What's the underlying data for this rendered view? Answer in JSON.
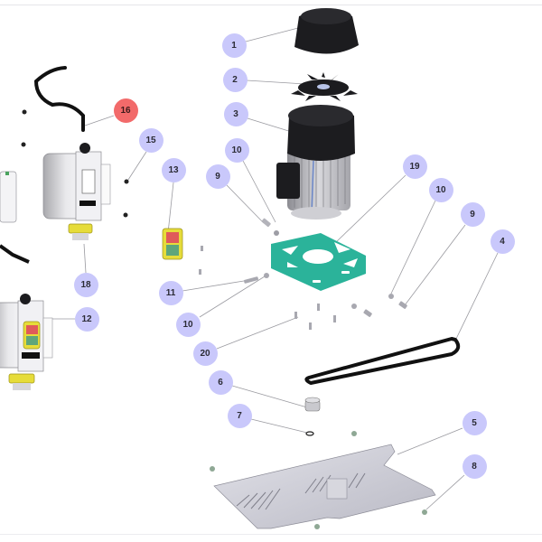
{
  "diagram": {
    "title": "Exploded parts view",
    "colors": {
      "badge": "#c9c8fb",
      "badge_active": "#f26a6a",
      "badge_text": "#2b2b35",
      "leader_line": "#9a9aa0",
      "bracket": "#2bb39a",
      "switch_yellow": "#e6dc3a",
      "button_red": "#e05a5a",
      "button_green": "#5fa67a",
      "motor_black": "#1c1c1f",
      "tray_gray": "#cfcfd6"
    },
    "callouts": [
      {
        "id": "c1",
        "label": "1",
        "part": "fan cover",
        "active": false
      },
      {
        "id": "c2",
        "label": "2",
        "part": "cooling fan",
        "active": false
      },
      {
        "id": "c3",
        "label": "3",
        "part": "electric motor",
        "active": false
      },
      {
        "id": "c10a",
        "label": "10",
        "part": "nut",
        "active": false
      },
      {
        "id": "c9a",
        "label": "9",
        "part": "bolt",
        "active": false
      },
      {
        "id": "c15",
        "label": "15",
        "part": "screw",
        "active": false
      },
      {
        "id": "c16",
        "label": "16",
        "part": "power cable",
        "active": true
      },
      {
        "id": "c13",
        "label": "13",
        "part": "on/off switch",
        "active": false
      },
      {
        "id": "c19",
        "label": "19",
        "part": "motor bracket",
        "active": false
      },
      {
        "id": "c10b",
        "label": "10",
        "part": "nut",
        "active": false
      },
      {
        "id": "c9b",
        "label": "9",
        "part": "bolt",
        "active": false
      },
      {
        "id": "c4",
        "label": "4",
        "part": "drive belt",
        "active": false
      },
      {
        "id": "c18",
        "label": "18",
        "part": "switch box",
        "active": false
      },
      {
        "id": "c12",
        "label": "12",
        "part": "switch box assembly",
        "active": false
      },
      {
        "id": "c11",
        "label": "11",
        "part": "bolt",
        "active": false
      },
      {
        "id": "c10c",
        "label": "10",
        "part": "nut",
        "active": false
      },
      {
        "id": "c20",
        "label": "20",
        "part": "screws",
        "active": false
      },
      {
        "id": "c6",
        "label": "6",
        "part": "pulley",
        "active": false
      },
      {
        "id": "c7",
        "label": "7",
        "part": "washer",
        "active": false
      },
      {
        "id": "c5",
        "label": "5",
        "part": "base tray",
        "active": false
      },
      {
        "id": "c8",
        "label": "8",
        "part": "screw",
        "active": false
      }
    ]
  }
}
